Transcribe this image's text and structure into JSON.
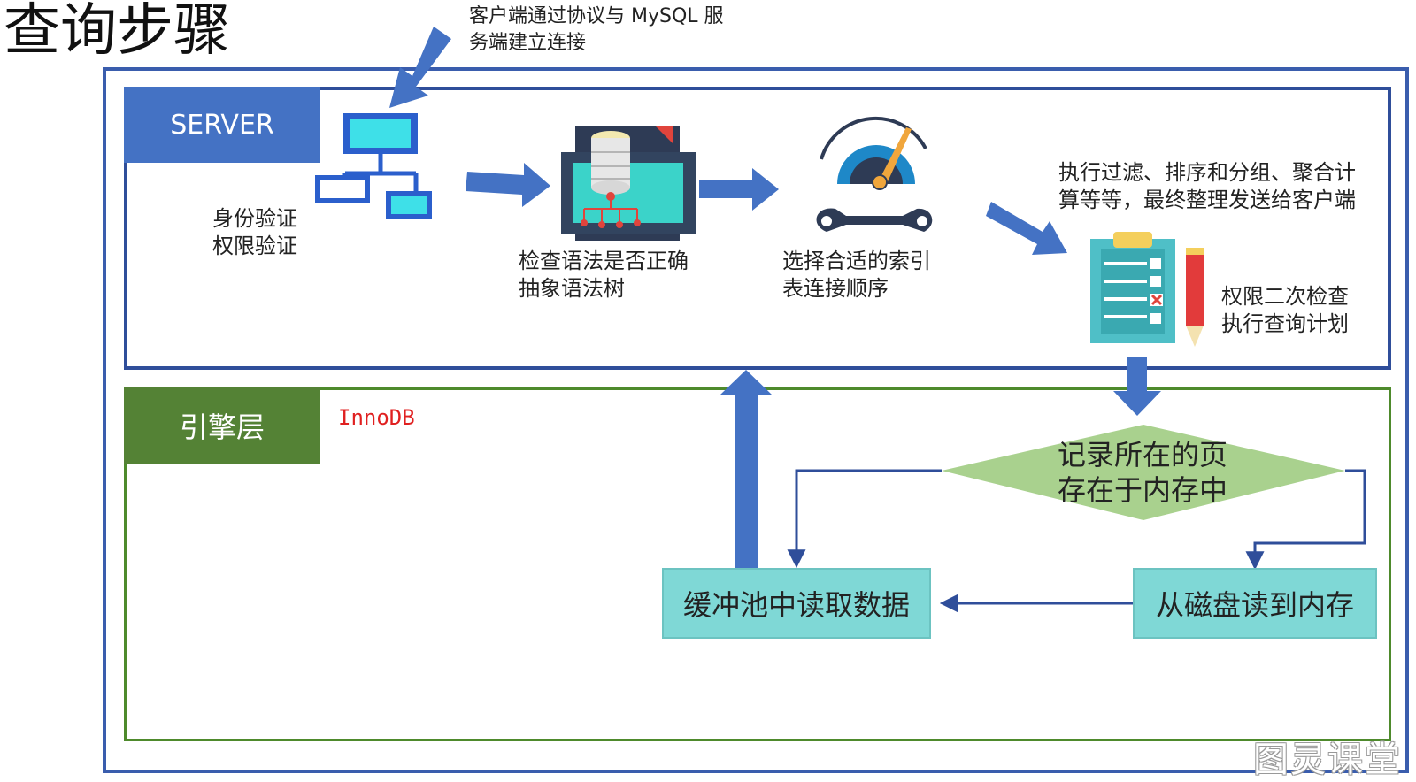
{
  "title": "查询步骤",
  "client_note": "客户端通过协议与 MySQL 服\n务端建立连接",
  "server": {
    "label": "SERVER",
    "steps": [
      {
        "text": "身份验证\n权限验证",
        "icon": "org-chart-icon"
      },
      {
        "text": "检查语法是否正确\n抽象语法树",
        "icon": "database-server-icon"
      },
      {
        "text": "选择合适的索引\n表连接顺序",
        "icon": "gauge-wrench-icon"
      },
      {
        "text": "权限二次检查\n执行查询计划",
        "icon": "clipboard-pencil-icon"
      }
    ],
    "result_text": "执行过滤、排序和分组、聚合计\n算等等，最终整理发送给客户端"
  },
  "engine": {
    "label": "引擎层",
    "name": "InnoDB",
    "decision": "记录所在的页\n存在于内存中",
    "buffer_pool": "缓冲池中读取数据",
    "disk_read": "从磁盘读到内存"
  },
  "watermark": "图灵课堂",
  "colors": {
    "frame_blue": "#3a5dad",
    "server_label": "#4472c4",
    "engine_green": "#548235",
    "diamond": "#a9d18e",
    "cyan_box": "#7fd8d6",
    "arrow": "#4472c4",
    "innodb_red": "#e02020"
  }
}
